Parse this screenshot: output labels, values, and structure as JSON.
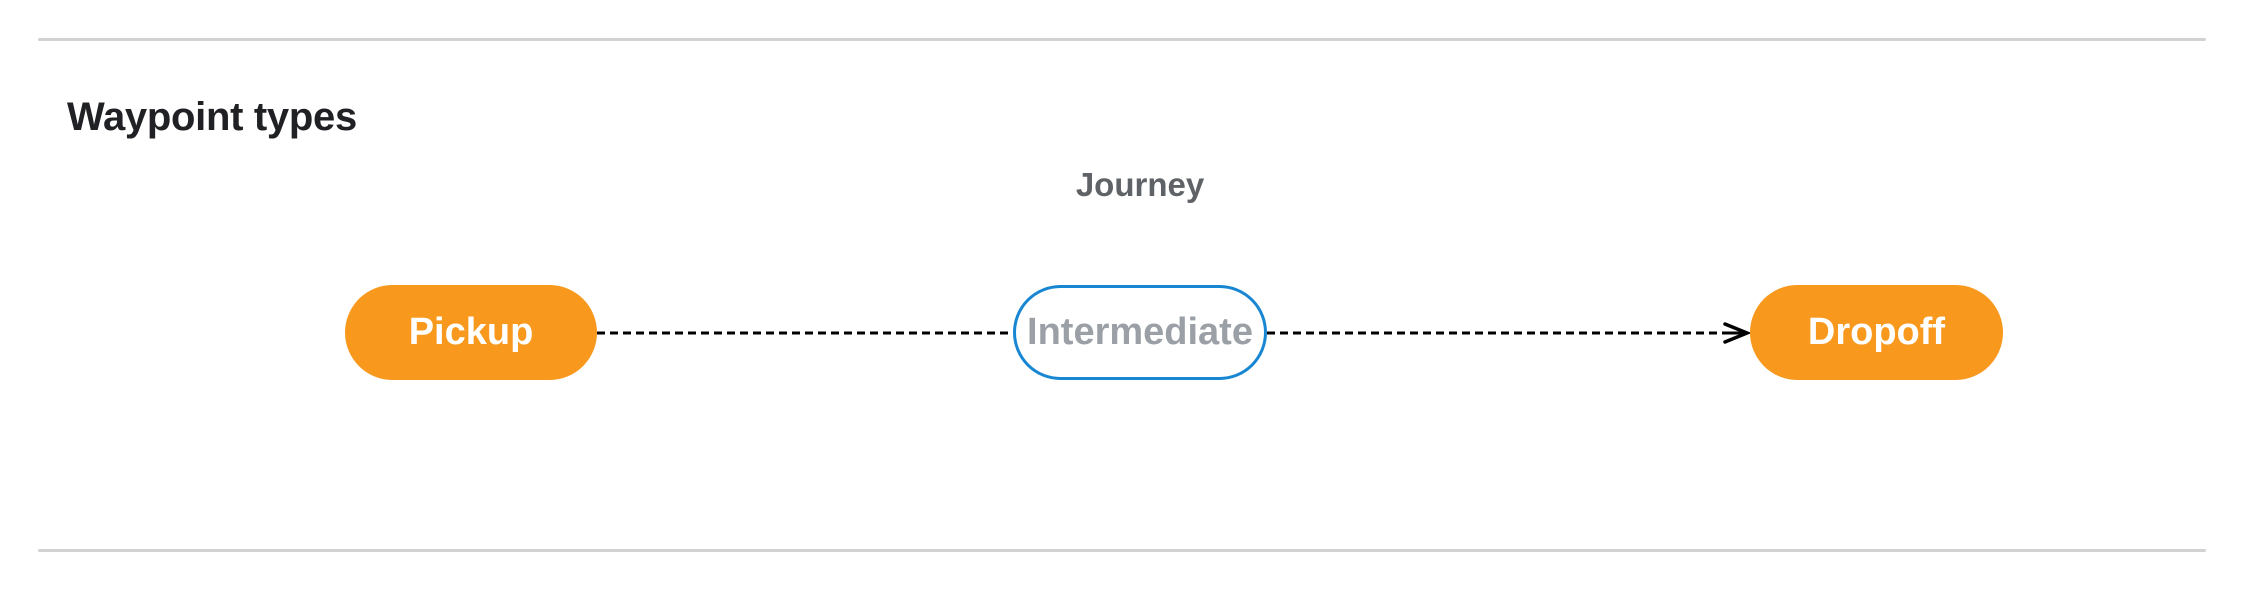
{
  "section": {
    "title": "Waypoint types"
  },
  "diagram": {
    "title": "Journey",
    "nodes": [
      {
        "id": "pickup",
        "label": "Pickup",
        "style": "terminal"
      },
      {
        "id": "intermediate",
        "label": "Intermediate",
        "style": "optional"
      },
      {
        "id": "dropoff",
        "label": "Dropoff",
        "style": "terminal"
      }
    ],
    "edges": [
      {
        "from": "pickup",
        "to": "intermediate",
        "style": "dashed",
        "arrowhead": false
      },
      {
        "from": "intermediate",
        "to": "dropoff",
        "style": "dashed",
        "arrowhead": true
      }
    ],
    "colors": {
      "terminal_fill": "#F8981D",
      "terminal_text": "#FFFFFF",
      "optional_border": "#1887D3",
      "optional_text": "#9AA0A6",
      "edge_stroke": "#000000",
      "diagram_title_text": "#5F6368",
      "section_title_text": "#202124",
      "separator": "#D2D2D2"
    }
  }
}
